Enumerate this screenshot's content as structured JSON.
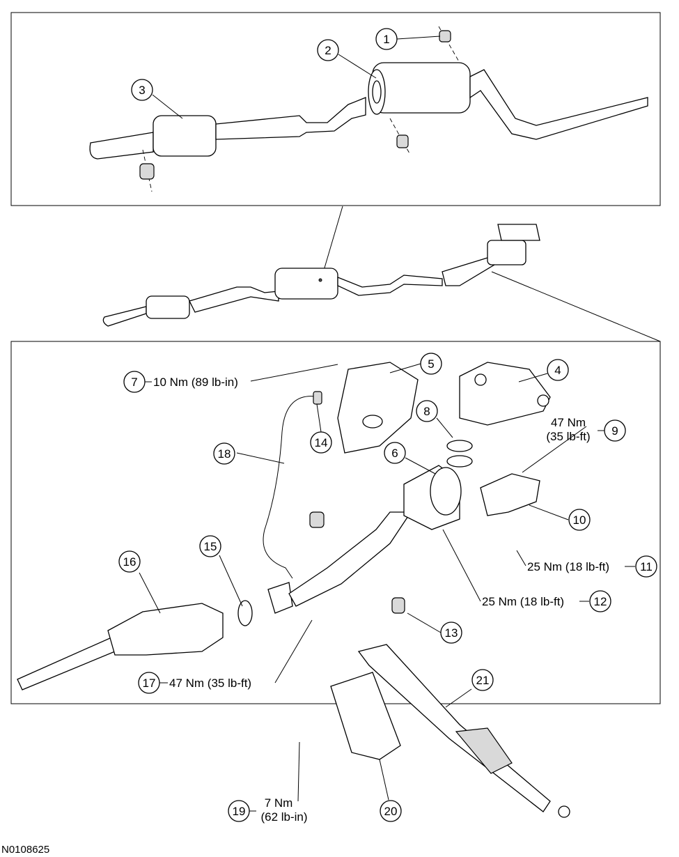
{
  "figure_id": "N0108625",
  "callouts": [
    {
      "num": "1"
    },
    {
      "num": "2"
    },
    {
      "num": "3"
    },
    {
      "num": "4"
    },
    {
      "num": "5"
    },
    {
      "num": "6"
    },
    {
      "num": "7",
      "spec": "10 Nm (89 lb-in)"
    },
    {
      "num": "8"
    },
    {
      "num": "9",
      "spec_line1": "47 Nm",
      "spec_line2": "(35 lb-ft)"
    },
    {
      "num": "10"
    },
    {
      "num": "11",
      "spec": "25 Nm (18 lb-ft)"
    },
    {
      "num": "12",
      "spec": "25 Nm (18 lb-ft)"
    },
    {
      "num": "13"
    },
    {
      "num": "14"
    },
    {
      "num": "15"
    },
    {
      "num": "16"
    },
    {
      "num": "17",
      "spec": "47 Nm (35 lb-ft)"
    },
    {
      "num": "18"
    },
    {
      "num": "19",
      "spec_line1": "7 Nm",
      "spec_line2": "(62 lb-in)"
    },
    {
      "num": "20"
    },
    {
      "num": "21"
    }
  ]
}
